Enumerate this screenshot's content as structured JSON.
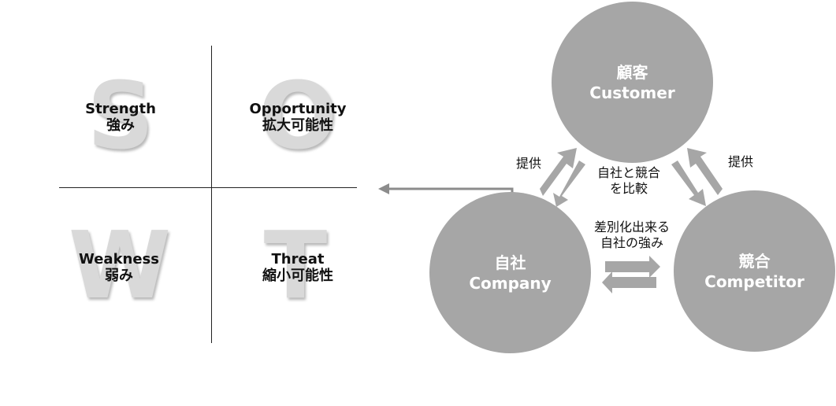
{
  "swot": {
    "letters": {
      "s": "S",
      "o": "O",
      "w": "W",
      "t": "T"
    },
    "strength": {
      "en": "Strength",
      "ja": "強み"
    },
    "opportunity": {
      "en": "Opportunity",
      "ja": "拡大可能性"
    },
    "weakness": {
      "en": "Weakness",
      "ja": "弱み"
    },
    "threat": {
      "en": "Threat",
      "ja": "縮小可能性"
    }
  },
  "three_c": {
    "customer": {
      "ja": "顧客",
      "en": "Customer"
    },
    "company": {
      "ja": "自社",
      "en": "Company"
    },
    "competitor": {
      "ja": "競合",
      "en": "Competitor"
    },
    "provide_left": "提供",
    "provide_right": "提供",
    "compare": {
      "line1": "自社と競合",
      "line2": "を比較"
    },
    "differentiate": {
      "line1": "差別化出来る",
      "line2": "自社の強み"
    }
  },
  "colors": {
    "circle": "#a6a6a6",
    "arrow": "#8c8c8c",
    "letter": "#d9d9d9"
  }
}
